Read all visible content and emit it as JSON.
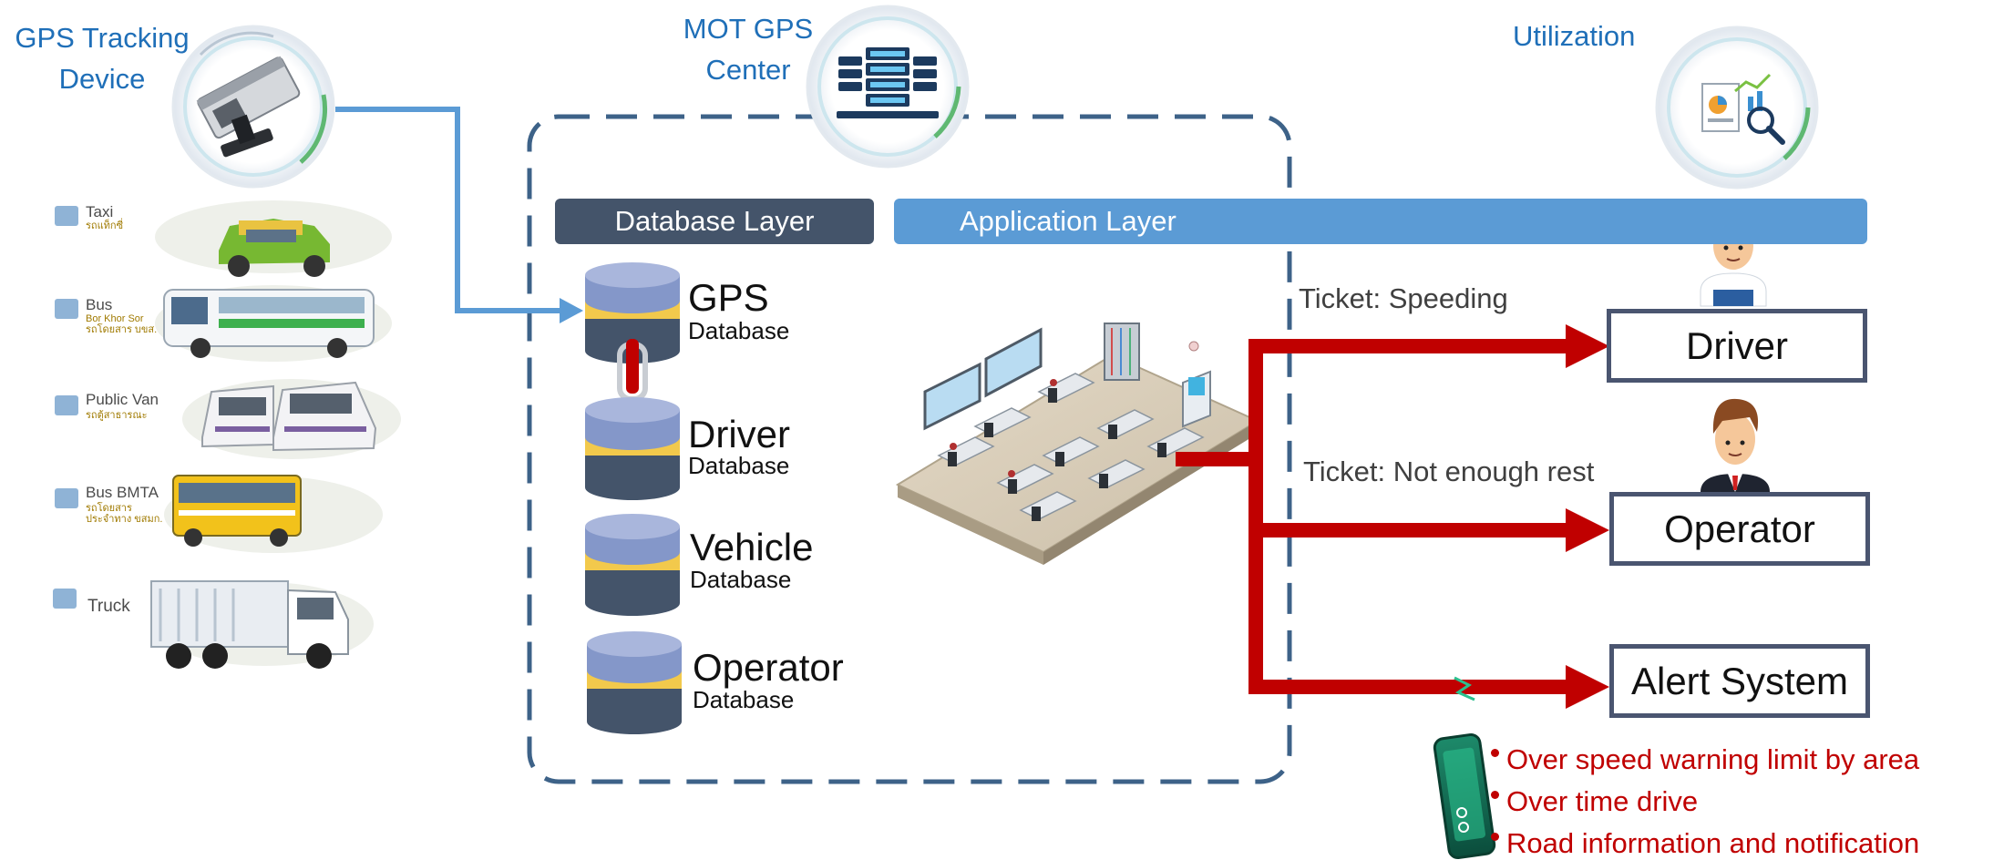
{
  "sources": {
    "gps_device_title": "GPS Tracking\nDevice",
    "vehicles": [
      {
        "label": "Taxi",
        "sub": "รถแท็กซี่"
      },
      {
        "label": "Bus",
        "sub": "Bor Khor Sor\nรถโดยสาร บขส."
      },
      {
        "label": "Public Van",
        "sub": "รถตู้สาธารณะ"
      },
      {
        "label": "Bus BMTA",
        "sub": "รถโดยสาร\nประจำทาง ขสมก."
      },
      {
        "label": "Truck",
        "sub": ""
      }
    ]
  },
  "center": {
    "title": "MOT GPS\nCenter",
    "database_layer_label": "Database Layer",
    "application_layer_label": "Application Layer",
    "databases": [
      {
        "name": "GPS",
        "sub": "Database"
      },
      {
        "name": "Driver",
        "sub": "Database"
      },
      {
        "name": "Vehicle",
        "sub": "Database"
      },
      {
        "name": "Operator",
        "sub": "Database"
      }
    ]
  },
  "utilization": {
    "title": "Utilization",
    "tickets": [
      "Ticket: Speeding",
      "Ticket: Not enough rest"
    ],
    "targets": [
      "Driver",
      "Operator",
      "Alert System"
    ],
    "alerts": [
      "Over speed warning limit by area",
      "Over time drive",
      "Road information and notification"
    ]
  },
  "colors": {
    "flow_blue": "#5b9bd5",
    "dashed_border": "#3d6288",
    "database_layer": "#44546a",
    "application_layer": "#5b9bd5",
    "ticket_arrow": "#c00000",
    "db_top": "#8497c9",
    "db_band": "#f2c94c",
    "db_bottom": "#44546a"
  }
}
